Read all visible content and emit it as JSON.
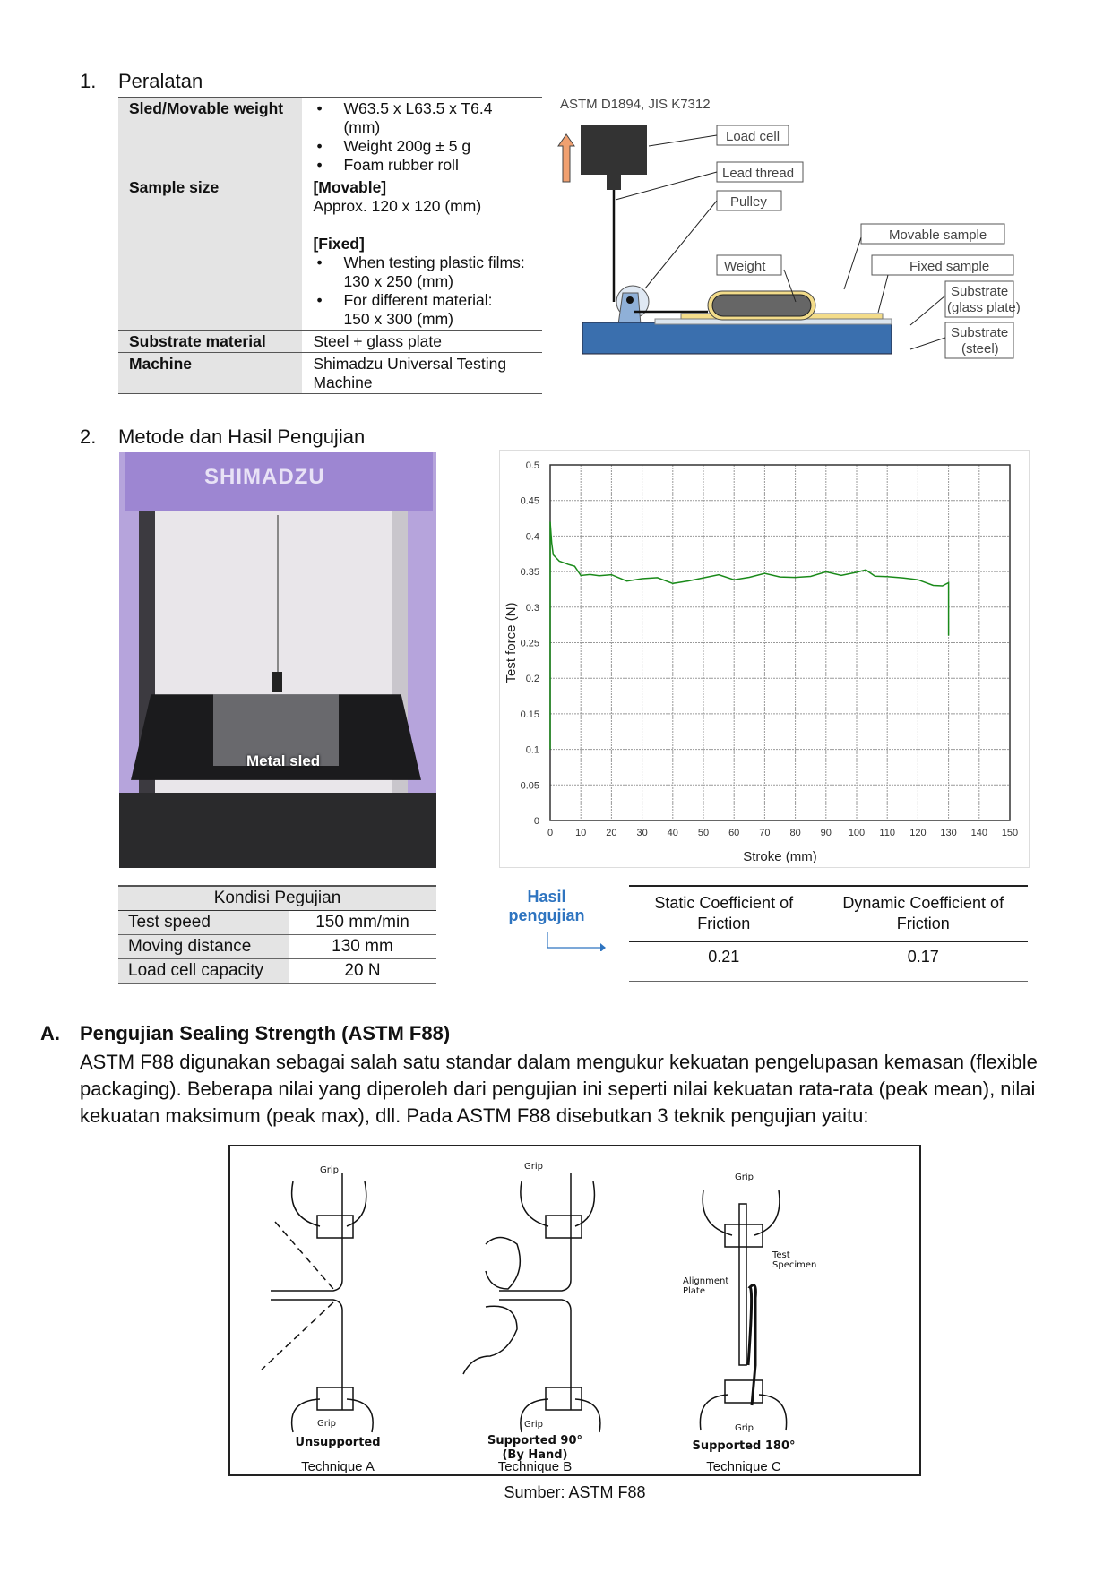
{
  "section1": {
    "number": "1.",
    "title": "Peralatan",
    "rows": [
      {
        "label": "Sled/Movable weight",
        "items": [
          "W63.5 x L63.5 x T6.4 (mm)",
          "Weight 200g ± 5 g",
          "Foam rubber roll"
        ]
      },
      {
        "label": "Sample size",
        "movable_head": "[Movable]",
        "movable_text": "Approx. 120 x 120 (mm)",
        "fixed_head": "[Fixed]",
        "fixed_items": [
          {
            "a": "When testing plastic films:",
            "b": "130 x 250 (mm)"
          },
          {
            "a": "For different material:",
            "b": "150 x 300 (mm)"
          }
        ]
      },
      {
        "label": "Substrate material",
        "value": "Steel + glass plate"
      },
      {
        "label": "Machine",
        "value": "Shimadzu Universal Testing Machine"
      }
    ],
    "diagram": {
      "standard": "ASTM D1894, JIS K7312",
      "labels": {
        "load_cell": "Load cell",
        "lead_thread": "Lead thread",
        "pulley": "Pulley",
        "movable_sample": "Movable sample",
        "weight": "Weight",
        "fixed_sample": "Fixed sample",
        "substrate_glass_1": "Substrate",
        "substrate_glass_2": "(glass plate)",
        "substrate_steel_1": "Substrate",
        "substrate_steel_2": "(steel)"
      },
      "colors": {
        "base": "#3a6fae",
        "arrow": "#f0a070",
        "sample": "#f3dc8a"
      }
    },
    "text": ""
  },
  "section2": {
    "number": "2.",
    "title": "Metode dan Hasil Pengujian",
    "photo": {
      "brand": "SHIMADZU",
      "caption": "Metal sled"
    },
    "conditions": {
      "header": "Kondisi Pegujian",
      "rows": [
        {
          "label": "Test speed",
          "value": "150 mm/min"
        },
        {
          "label": "Moving distance",
          "value": "130 mm"
        },
        {
          "label": "Load cell capacity",
          "value": "20 N"
        }
      ]
    },
    "results_label_1": "Hasil",
    "results_label_2": "pengujian",
    "results": {
      "headers": [
        "Static Coefficient of Friction",
        "Dynamic Coefficient of Friction"
      ],
      "values": [
        "0.21",
        "0.17"
      ]
    }
  },
  "chart_data": {
    "type": "line",
    "title": "",
    "xlabel": "Stroke (mm)",
    "ylabel": "Test force (N)",
    "xlim": [
      0,
      150
    ],
    "ylim": [
      0,
      0.5
    ],
    "xticks": [
      0,
      10,
      20,
      30,
      40,
      50,
      60,
      70,
      80,
      90,
      100,
      110,
      120,
      130,
      140,
      150
    ],
    "yticks": [
      0,
      0.05,
      0.1,
      0.15,
      0.2,
      0.25,
      0.3,
      0.35,
      0.4,
      0.45,
      0.5
    ],
    "grid": true,
    "series": [
      {
        "name": "Test force",
        "color": "#1a8a1a",
        "x": [
          0,
          0,
          0.5,
          1,
          3,
          6,
          8,
          10,
          13,
          16,
          20,
          25,
          30,
          35,
          40,
          45,
          50,
          55,
          60,
          65,
          70,
          75,
          80,
          85,
          90,
          95,
          100,
          103,
          106,
          110,
          115,
          120,
          125,
          128,
          130,
          130
        ],
        "y": [
          0.1,
          0.42,
          0.39,
          0.37,
          0.367,
          0.36,
          0.355,
          0.348,
          0.347,
          0.343,
          0.342,
          0.339,
          0.34,
          0.339,
          0.337,
          0.338,
          0.34,
          0.342,
          0.341,
          0.342,
          0.345,
          0.346,
          0.343,
          0.342,
          0.346,
          0.347,
          0.349,
          0.35,
          0.347,
          0.344,
          0.34,
          0.335,
          0.333,
          0.33,
          0.332,
          0.26
        ]
      }
    ]
  },
  "sectionA": {
    "letter": "A.",
    "title": "Pengujian Sealing Strength (ASTM F88)",
    "paragraph": "ASTM F88 digunakan sebagai salah satu standar dalam mengukur kekuatan pengelupasan kemasan (flexible packaging). Beberapa nilai yang diperoleh dari pengujian ini seperti nilai kekuatan rata-rata (peak mean), nilai kekuatan maksimum (peak max), dll. Pada ASTM F88 disebutkan 3 teknik pengujian yaitu:",
    "figure": {
      "grip": "Grip",
      "test_specimen_1": "Test",
      "test_specimen_2": "Specimen",
      "alignment_1": "Alignment",
      "alignment_2": "Plate",
      "techniques": [
        {
          "desc": "Unsupported",
          "desc2": "",
          "name": "Technique A"
        },
        {
          "desc": "Supported 90°",
          "desc2": "(By Hand)",
          "name": "Technique B"
        },
        {
          "desc": "Supported 180°",
          "desc2": "",
          "name": "Technique C"
        }
      ]
    },
    "source": "Sumber: ASTM F88"
  }
}
